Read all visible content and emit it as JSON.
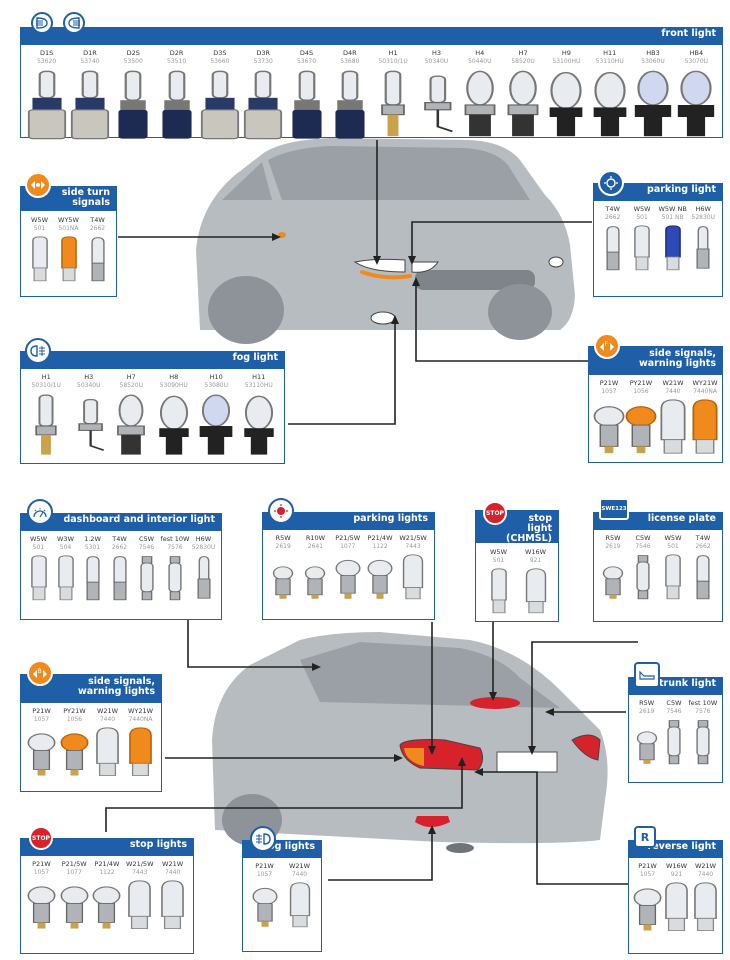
{
  "colors": {
    "accent": "#1f5fa8",
    "orange": "#f08a1c",
    "red": "#d6222a",
    "car": "#b7bcc1",
    "line": "#222222"
  },
  "panels": {
    "front_light": {
      "title": "front light",
      "icons": [
        "headlight-icon",
        "headlight-icon"
      ],
      "items": [
        {
          "code": "D1S",
          "sub": "53620",
          "bulb": "xenon"
        },
        {
          "code": "D1R",
          "sub": "53740",
          "bulb": "xenon"
        },
        {
          "code": "D2S",
          "sub": "53500",
          "bulb": "xenon-d2"
        },
        {
          "code": "D2R",
          "sub": "53510",
          "bulb": "xenon-d2"
        },
        {
          "code": "D3S",
          "sub": "53660",
          "bulb": "xenon"
        },
        {
          "code": "D3R",
          "sub": "53730",
          "bulb": "xenon"
        },
        {
          "code": "D4S",
          "sub": "53670",
          "bulb": "xenon-d2"
        },
        {
          "code": "D4R",
          "sub": "53680",
          "bulb": "xenon-d2"
        },
        {
          "code": "H1",
          "sub": "50310/1U",
          "bulb": "halogen-h1"
        },
        {
          "code": "H3",
          "sub": "50340U",
          "bulb": "halogen-h3"
        },
        {
          "code": "H4",
          "sub": "50440U",
          "bulb": "halogen-h4"
        },
        {
          "code": "H7",
          "sub": "58520U",
          "bulb": "halogen-h4"
        },
        {
          "code": "H9",
          "sub": "53100HU",
          "bulb": "halogen-h9"
        },
        {
          "code": "H11",
          "sub": "53110HU",
          "bulb": "halogen-h9"
        },
        {
          "code": "HB3",
          "sub": "53060U",
          "bulb": "halogen-hb"
        },
        {
          "code": "HB4",
          "sub": "53070U",
          "bulb": "halogen-hb"
        }
      ]
    },
    "side_turn": {
      "title": "side turn signals",
      "icons": [
        "side-turn-icon"
      ],
      "items": [
        {
          "code": "W5W",
          "sub": "501",
          "bulb": "wedge"
        },
        {
          "code": "WY5W",
          "sub": "501NA",
          "bulb": "wedge-amber"
        },
        {
          "code": "T4W",
          "sub": "2662",
          "bulb": "mini"
        }
      ]
    },
    "parking_light": {
      "title": "parking light",
      "icons": [
        "parking-light-icon"
      ],
      "items": [
        {
          "code": "T4W",
          "sub": "2662",
          "bulb": "mini"
        },
        {
          "code": "W5W",
          "sub": "501",
          "bulb": "wedge"
        },
        {
          "code": "W5W NB",
          "sub": "501 NB",
          "bulb": "wedge-blue"
        },
        {
          "code": "H6W",
          "sub": "52830U",
          "bulb": "mini-h6"
        }
      ]
    },
    "fog_light": {
      "title": "fog light",
      "icons": [
        "fog-light-icon"
      ],
      "items": [
        {
          "code": "H1",
          "sub": "50310/1U",
          "bulb": "halogen-h1"
        },
        {
          "code": "H3",
          "sub": "50340U",
          "bulb": "halogen-h3"
        },
        {
          "code": "H7",
          "sub": "58520U",
          "bulb": "halogen-h4"
        },
        {
          "code": "H8",
          "sub": "53090HU",
          "bulb": "halogen-h9"
        },
        {
          "code": "H10",
          "sub": "53080U",
          "bulb": "halogen-hb"
        },
        {
          "code": "H11",
          "sub": "53110HU",
          "bulb": "halogen-h9"
        }
      ]
    },
    "side_signals_front": {
      "title": "side signals, warning lights",
      "icons": [
        "warning-signal-icon"
      ],
      "items": [
        {
          "code": "P21W",
          "sub": "1057",
          "bulb": "ball"
        },
        {
          "code": "PY21W",
          "sub": "1056",
          "bulb": "ball-amber"
        },
        {
          "code": "W21W",
          "sub": "7440",
          "bulb": "wedge-big"
        },
        {
          "code": "WY21W",
          "sub": "7440NA",
          "bulb": "wedge-big-amber"
        }
      ]
    },
    "dashboard": {
      "title": "dashboard and interior light",
      "icons": [
        "dashboard-icon"
      ],
      "items": [
        {
          "code": "W5W",
          "sub": "501",
          "bulb": "wedge"
        },
        {
          "code": "W3W",
          "sub": "504",
          "bulb": "wedge"
        },
        {
          "code": "1.2W",
          "sub": "5301",
          "bulb": "mini"
        },
        {
          "code": "T4W",
          "sub": "2662",
          "bulb": "mini"
        },
        {
          "code": "C5W",
          "sub": "7546",
          "bulb": "festoon"
        },
        {
          "code": "fest 10W",
          "sub": "7576",
          "bulb": "festoon"
        },
        {
          "code": "H6W",
          "sub": "52830U",
          "bulb": "mini-h6"
        }
      ]
    },
    "parking_lights": {
      "title": "parking lights",
      "icons": [
        "parking-lights-rear-icon"
      ],
      "items": [
        {
          "code": "R5W",
          "sub": "2619",
          "bulb": "ball-small"
        },
        {
          "code": "R10W",
          "sub": "2641",
          "bulb": "ball-small"
        },
        {
          "code": "P21/5W",
          "sub": "1077",
          "bulb": "ball"
        },
        {
          "code": "P21/4W",
          "sub": "1122",
          "bulb": "ball"
        },
        {
          "code": "W21/5W",
          "sub": "7443",
          "bulb": "wedge-big"
        }
      ]
    },
    "stop_light_chmsl": {
      "title": "stop light (CHMSL)",
      "badge_text": "STOP",
      "icons": [
        "stop-icon"
      ],
      "items": [
        {
          "code": "W5W",
          "sub": "501",
          "bulb": "wedge"
        },
        {
          "code": "W16W",
          "sub": "921",
          "bulb": "wedge-big"
        }
      ]
    },
    "license_plate": {
      "title": "license plate",
      "badge_text": "SWE123",
      "icons": [
        "license-plate-icon"
      ],
      "items": [
        {
          "code": "R5W",
          "sub": "2619",
          "bulb": "ball-small"
        },
        {
          "code": "C5W",
          "sub": "7546",
          "bulb": "festoon"
        },
        {
          "code": "W5W",
          "sub": "501",
          "bulb": "wedge"
        },
        {
          "code": "T4W",
          "sub": "2662",
          "bulb": "mini"
        }
      ]
    },
    "side_signals_rear": {
      "title": "side signals, warning lights",
      "icons": [
        "warning-signal-icon"
      ],
      "items": [
        {
          "code": "P21W",
          "sub": "1057",
          "bulb": "ball"
        },
        {
          "code": "PY21W",
          "sub": "1056",
          "bulb": "ball-amber"
        },
        {
          "code": "W21W",
          "sub": "7440",
          "bulb": "wedge-big"
        },
        {
          "code": "WY21W",
          "sub": "7440NA",
          "bulb": "wedge-big-amber"
        }
      ]
    },
    "trunk_light": {
      "title": "trunk light",
      "icons": [
        "trunk-icon"
      ],
      "items": [
        {
          "code": "R5W",
          "sub": "2619",
          "bulb": "ball-small"
        },
        {
          "code": "C5W",
          "sub": "7546",
          "bulb": "festoon"
        },
        {
          "code": "fest 10W",
          "sub": "7576",
          "bulb": "festoon"
        }
      ]
    },
    "stop_lights": {
      "title": "stop lights",
      "badge_text": "STOP",
      "icons": [
        "stop-icon"
      ],
      "items": [
        {
          "code": "P21W",
          "sub": "1057",
          "bulb": "ball"
        },
        {
          "code": "P21/5W",
          "sub": "1077",
          "bulb": "ball"
        },
        {
          "code": "P21/4W",
          "sub": "1122",
          "bulb": "ball"
        },
        {
          "code": "W21/5W",
          "sub": "7443",
          "bulb": "wedge-big"
        },
        {
          "code": "W21W",
          "sub": "7440",
          "bulb": "wedge-big"
        }
      ]
    },
    "fog_lights": {
      "title": "fog lights",
      "icons": [
        "fog-light-icon"
      ],
      "items": [
        {
          "code": "P21W",
          "sub": "1057",
          "bulb": "ball"
        },
        {
          "code": "W21W",
          "sub": "7440",
          "bulb": "wedge-big"
        }
      ]
    },
    "reverse_light": {
      "title": "reverse light",
      "badge_text": "R",
      "icons": [
        "reverse-icon"
      ],
      "items": [
        {
          "code": "P21W",
          "sub": "1057",
          "bulb": "ball"
        },
        {
          "code": "W16W",
          "sub": "921",
          "bulb": "wedge-big"
        },
        {
          "code": "W21W",
          "sub": "7440",
          "bulb": "wedge-big"
        }
      ]
    }
  }
}
